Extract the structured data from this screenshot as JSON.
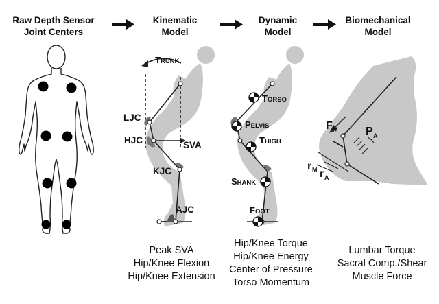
{
  "stages": [
    {
      "title": "Raw Depth Sensor\nJoint Centers"
    },
    {
      "title": "Kinematic\nModel"
    },
    {
      "title": "Dynamic\nModel"
    },
    {
      "title": "Biomechanical\nModel"
    }
  ],
  "kinematic": {
    "labels": {
      "trunk": "Trunk",
      "ljc": "LJC",
      "hjc": "HJC",
      "sva": "SVA",
      "kjc": "KJC",
      "ajc": "AJC"
    },
    "outputs": "Peak SVA\nHip/Knee Flexion\nHip/Knee Extension"
  },
  "dynamic": {
    "labels": {
      "torso": "Torso",
      "pelvis": "Pelvis",
      "thigh": "Thigh",
      "shank": "Shank",
      "foot": "Foot"
    },
    "outputs": "Hip/Knee Torque\nHip/Knee Energy\nCenter of Pressure\nTorso Momentum"
  },
  "biomechanical": {
    "labels": {
      "fm": "F",
      "fm_sub": "M",
      "pa": "P",
      "pa_sub": "A",
      "rm": "r",
      "rm_sub": "M",
      "ra": "r",
      "ra_sub": "A"
    },
    "outputs": "Lumbar Torque\nSacral Comp./Shear\nMuscle Force"
  },
  "colors": {
    "silhouette": "#c8c8c8",
    "segment_fill": "#777777",
    "line": "#222222",
    "joint_dot": "#000000"
  }
}
